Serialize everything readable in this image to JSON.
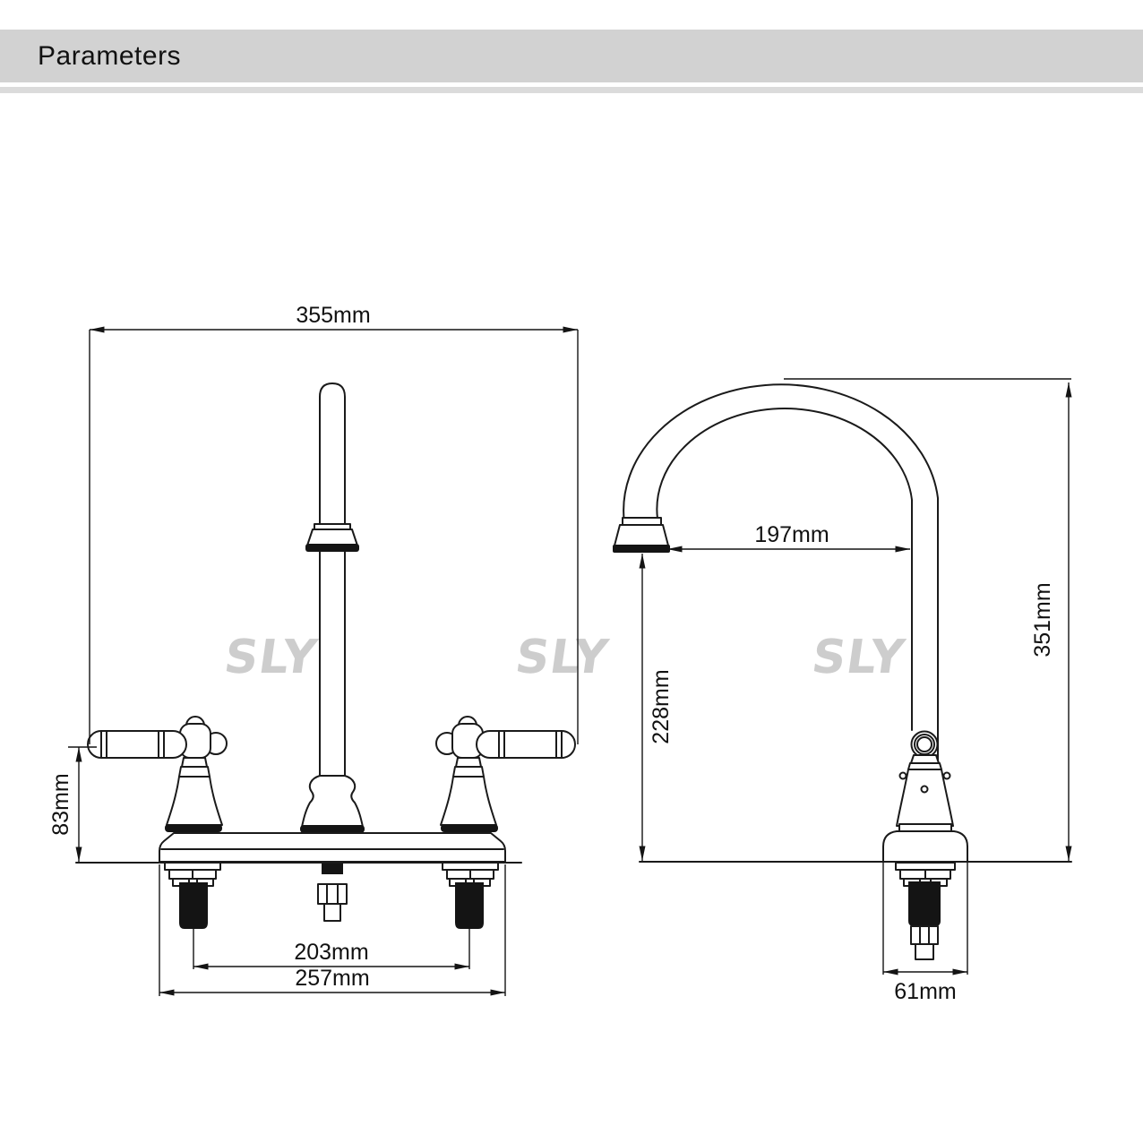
{
  "header": {
    "title": "Parameters"
  },
  "watermark": {
    "text": "SLY",
    "color": "#cdcdcd"
  },
  "drawing": {
    "subject": "two-handle kitchen faucet",
    "views": {
      "front": "front-view",
      "side": "side-view"
    }
  },
  "dimensions": {
    "front_view": {
      "overall_width": "355mm",
      "handle_height": "83mm",
      "hole_spacing": "203mm",
      "deck_width": "257mm"
    },
    "side_view": {
      "spout_reach": "197mm",
      "spout_clearance": "228mm",
      "overall_height": "351mm",
      "base_width": "61mm"
    }
  },
  "colors": {
    "line": "#1a1a1a",
    "header_bar": "#d2d2d2",
    "watermark": "#cdcdcd"
  }
}
